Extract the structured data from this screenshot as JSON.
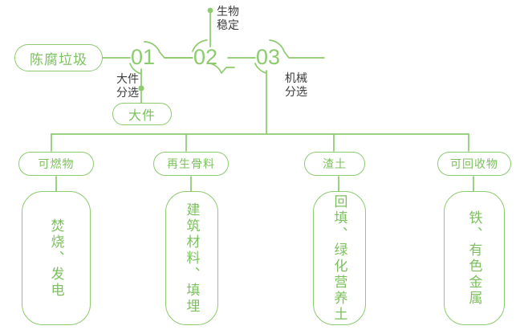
{
  "theme": {
    "line_color": "#8ccb6e",
    "text_green": "#7cc05e",
    "caption_color": "#3c3c3c",
    "background": "#ffffff"
  },
  "diagram": {
    "type": "process-flow-tree",
    "source": {
      "label": "陈腐垃圾",
      "shape": "pill"
    },
    "stages": [
      {
        "number": "01",
        "caption": "大件分选",
        "caption_lines": [
          "大件",
          "分选"
        ],
        "branch_direction": "down",
        "output": {
          "label": "大件",
          "shape": "pill"
        }
      },
      {
        "number": "02",
        "caption": "生物稳定",
        "caption_lines": [
          "生物",
          "稳定"
        ],
        "branch_direction": "up",
        "output": null
      },
      {
        "number": "03",
        "caption": "机械分选",
        "caption_lines": [
          "机械",
          "分选"
        ],
        "branch_direction": "down-trunk",
        "output": null
      }
    ],
    "outputs": [
      {
        "pill": "可燃物",
        "detail": "焚烧、发电",
        "detail_orientation": "vertical"
      },
      {
        "pill": "再生骨料",
        "detail": "建筑材料、填埋",
        "detail_orientation": "vertical"
      },
      {
        "pill": "渣土",
        "detail": "回填、绿化营养土",
        "detail_orientation": "vertical"
      },
      {
        "pill": "可回收物",
        "detail": "铁、有色金属",
        "detail_orientation": "vertical"
      }
    ]
  }
}
